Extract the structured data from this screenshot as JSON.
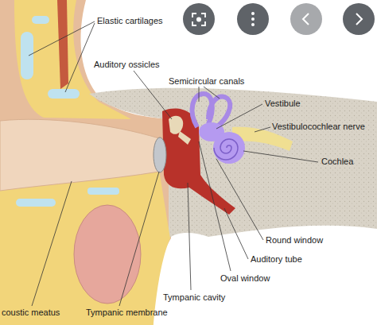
{
  "diagram": {
    "labels": [
      "Elastic cartilages",
      "Auditory ossicles",
      "Semicircular canals",
      "Vestibule",
      "Vestibulocochlear nerve",
      "Cochlea",
      "Round window",
      "Auditory tube",
      "Oval window",
      "Tympanic cavity",
      "Tympanic membrane",
      "coustic meatus"
    ]
  }
}
